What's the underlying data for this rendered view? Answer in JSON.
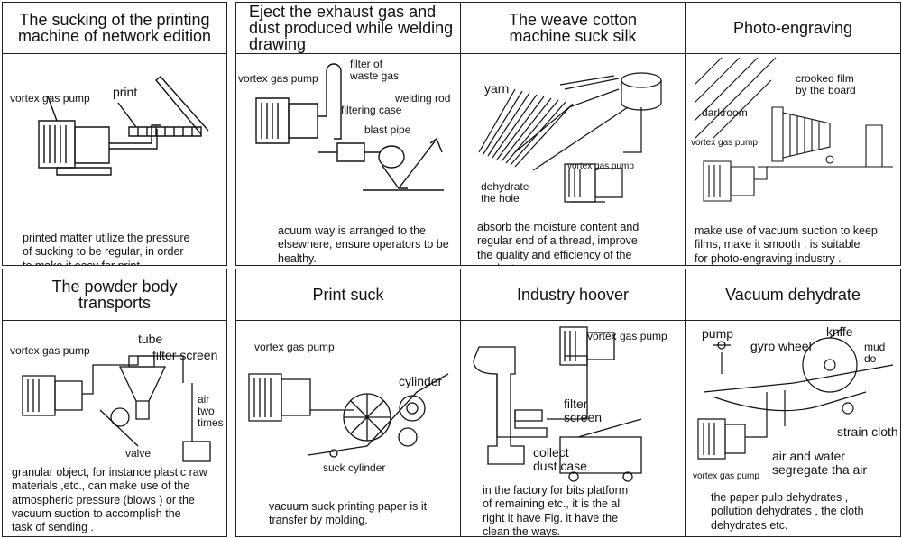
{
  "panels": [
    {
      "title": "The sucking of the printing\nmachine of network edition",
      "labels": [
        "vortex gas pump",
        "print"
      ],
      "caption": "printed matter utilize the pressure\nof sucking to be regular, in order\nto make it easy for print."
    },
    {
      "title": "Eject the exhaust gas and\ndust produced while welding\ndrawing",
      "labels": [
        "vortex gas pump",
        "filter of\nwaste gas",
        "welding rod",
        "filtering case",
        "blast pipe"
      ],
      "caption": "acuum way is arranged to the\nelsewhere, ensure operators to be\nhealthy."
    },
    {
      "title": "The weave cotton\nmachine suck silk",
      "labels": [
        "yarn",
        "vortex gas pump",
        "dehydrate\nthe hole"
      ],
      "caption": "absorb the moisture content and\nregular end of a thread, improve\nthe quality and efficiency of the\nproducts."
    },
    {
      "title": "Photo-engraving",
      "labels": [
        "crooked film\nby the board",
        "darkroom",
        "vortex gas pump"
      ],
      "caption": "make use of vacuum suction to keep\nfilms, make it smooth , is suitable\nfor photo-engraving industry ."
    },
    {
      "title": "The powder body\ntransports",
      "labels": [
        "tube",
        "vortex gas pump",
        "filter screen",
        "air two\ntimes",
        "valve"
      ],
      "caption": "granular object, for instance plastic raw\nmaterials ,etc., can make use of the\natmospheric pressure (blows ) or the\nvacuum suction to accomplish the\ntask of sending ."
    },
    {
      "title": "Print suck",
      "labels": [
        "vortex gas pump",
        "cylinder",
        "suck cylinder"
      ],
      "caption": "vacuum suck printing paper is it\ntransfer by molding."
    },
    {
      "title": "Industry hoover",
      "labels": [
        "vortex gas pump",
        "filter\nscreen",
        "collect\ndust case"
      ],
      "caption": "in the factory for bits platform\nof remaining etc., it is the all\nright it have Fig. it have the\nclean the ways."
    },
    {
      "title": "Vacuum dehydrate",
      "labels": [
        "pump",
        "gyro wheel",
        "knife",
        "mud do",
        "strain cloth",
        "air and water\nsegregate tha air",
        "vortex gas pump"
      ],
      "caption": "the paper pulp dehydrates ,\npollution dehydrates , the cloth\ndehydrates etc."
    }
  ]
}
